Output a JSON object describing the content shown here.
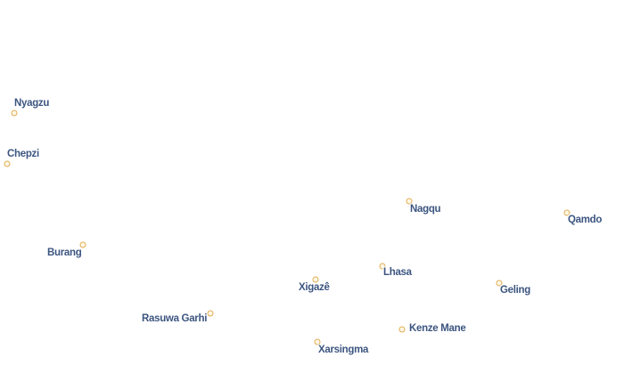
{
  "map": {
    "places": [
      {
        "id": "nyagzu",
        "name": "Nyagzu"
      },
      {
        "id": "chepzi",
        "name": "Chepzi"
      },
      {
        "id": "burang",
        "name": "Burang"
      },
      {
        "id": "rasuwa-garhi",
        "name": "Rasuwa Garhi"
      },
      {
        "id": "xigaze",
        "name": "Xigazê"
      },
      {
        "id": "xarsingma",
        "name": "Xarsingma"
      },
      {
        "id": "lhasa",
        "name": "Lhasa"
      },
      {
        "id": "kenze-mane",
        "name": "Kenze Mane"
      },
      {
        "id": "nagqu",
        "name": "Nagqu"
      },
      {
        "id": "geling",
        "name": "Geling"
      },
      {
        "id": "qamdo",
        "name": "Qamdo"
      }
    ],
    "colors": {
      "label": "#3c5580",
      "label_halo": "#ffffff",
      "marker_stroke": "#e0ad54",
      "marker_fill": "#fff7e6",
      "background": "#ffffff"
    }
  }
}
